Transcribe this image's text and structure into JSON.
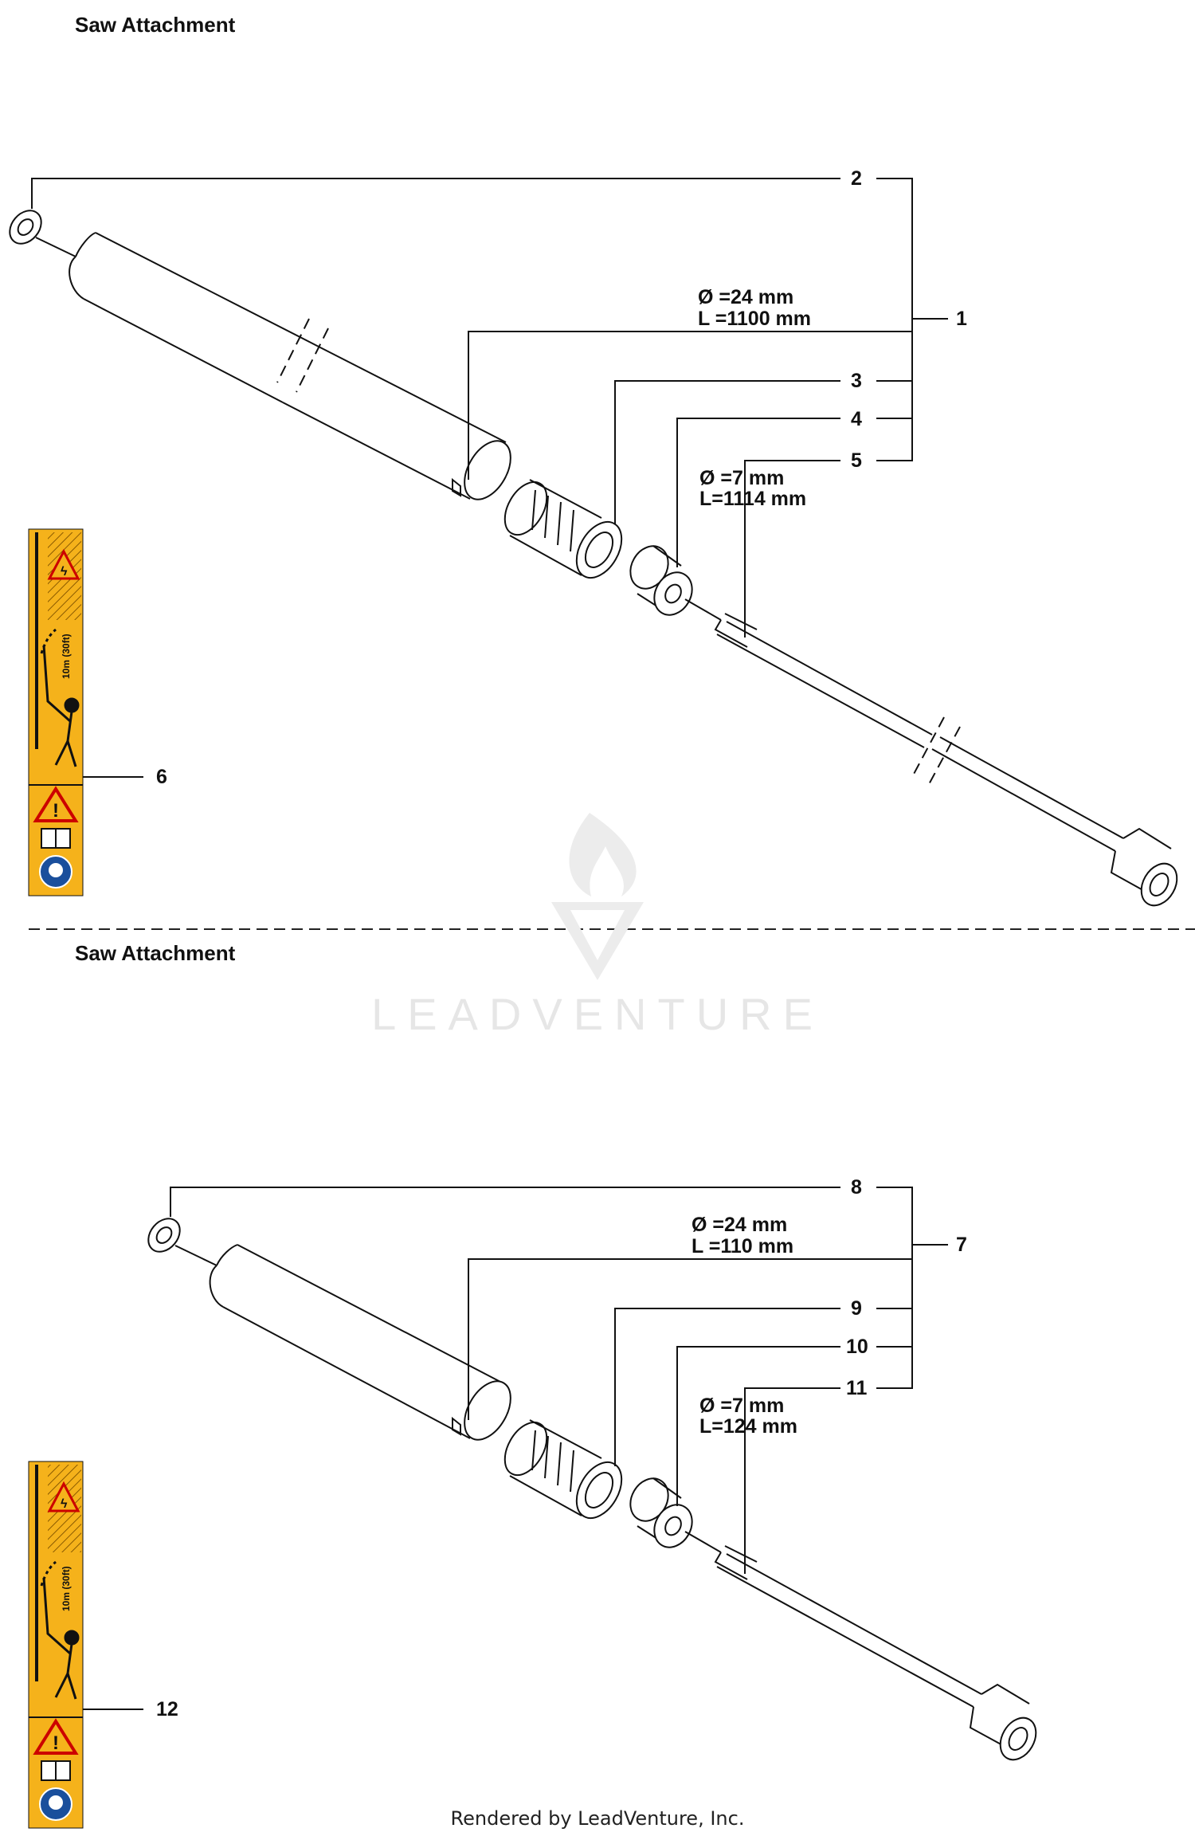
{
  "sections": [
    {
      "title": "Saw Attachment",
      "callouts": [
        "1",
        "2",
        "3",
        "4",
        "5",
        "6"
      ],
      "tube_spec": {
        "diameter": "Ø =24 mm",
        "length": "L =1100 mm"
      },
      "shaft_spec": {
        "diameter": "Ø =7 mm",
        "length": "L=1114 mm"
      },
      "label_text": "10m (30ft)"
    },
    {
      "title": "Saw Attachment",
      "callouts": [
        "7",
        "8",
        "9",
        "10",
        "11",
        "12"
      ],
      "tube_spec": {
        "diameter": "Ø =24 mm",
        "length": "L =110 mm"
      },
      "shaft_spec": {
        "diameter": "Ø =7 mm",
        "length": "L=124 mm"
      },
      "label_text": "10m (30ft)"
    }
  ],
  "watermark": "LEADVENTURE",
  "footer": "Rendered by LeadVenture, Inc.",
  "colors": {
    "label_yellow": "#F5B21B",
    "line": "#111111",
    "divider": "#222222"
  }
}
